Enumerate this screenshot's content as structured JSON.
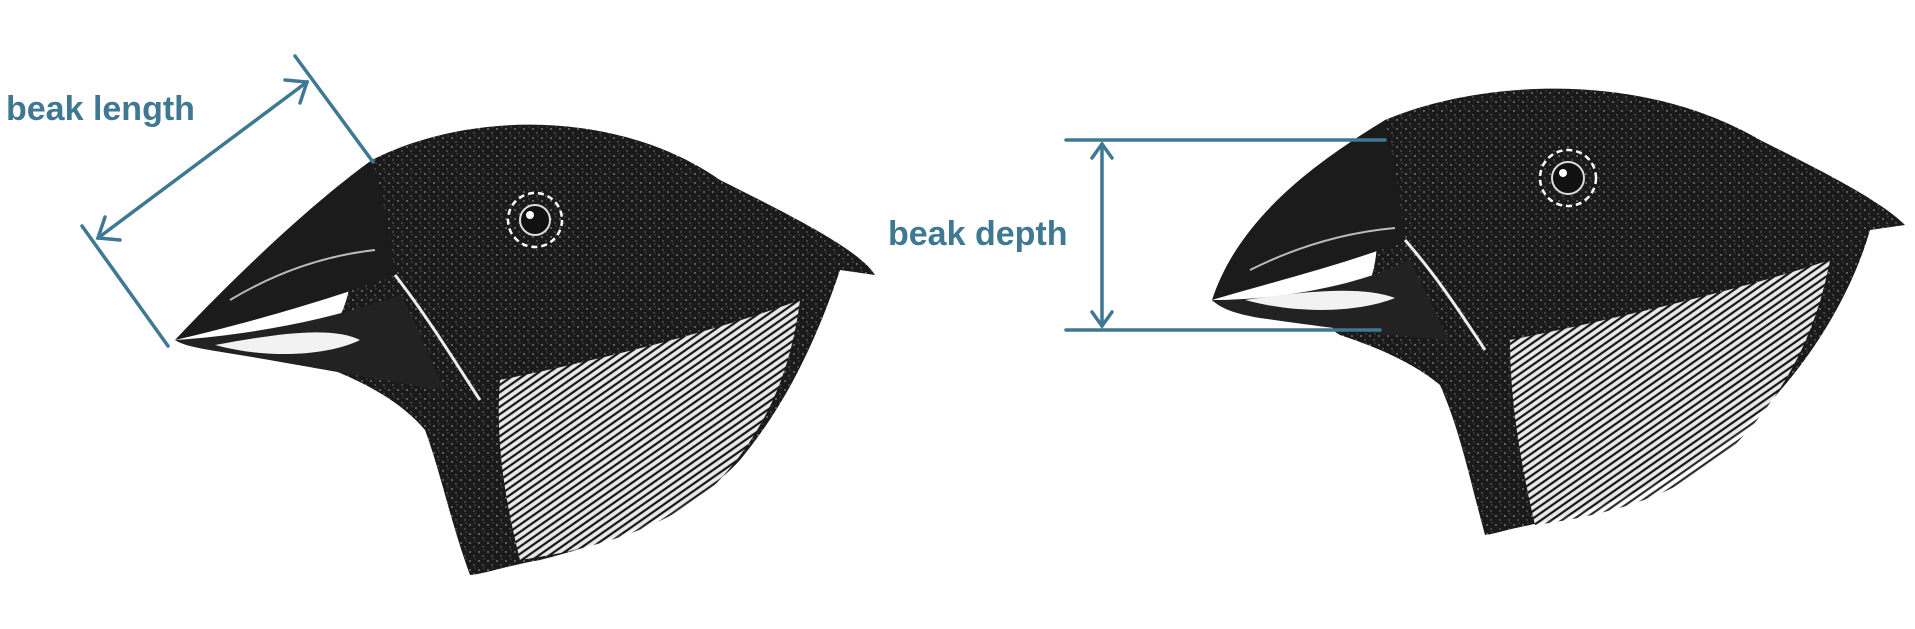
{
  "labels": {
    "beak_length": "beak length",
    "beak_depth": "beak depth"
  },
  "colors": {
    "annotation": "#3f7893",
    "ink": "#141414",
    "background": "#ffffff"
  },
  "figures": [
    {
      "name": "finch-head-left",
      "measure": "beak_length"
    },
    {
      "name": "finch-head-right",
      "measure": "beak_depth"
    }
  ]
}
